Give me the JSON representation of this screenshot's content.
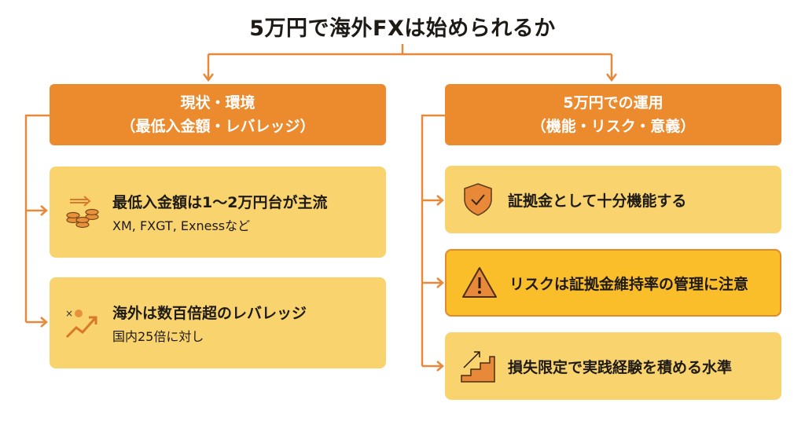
{
  "title": "5万円で海外FXは始められるか",
  "left": {
    "header": [
      "現状・環境",
      "（最低入金額・レバレッジ）"
    ],
    "cards": [
      {
        "icon": "coins-icon",
        "main": "最低入金額は1〜2万円台が主流",
        "sub": "XM, FXGT, Exnessなど"
      },
      {
        "icon": "leverage-chart-icon",
        "main": "海外は数百倍超のレバレッジ",
        "sub": "国内25倍に対し"
      }
    ]
  },
  "right": {
    "header": [
      "5万円での運用",
      "（機能・リスク・意義）"
    ],
    "cards": [
      {
        "icon": "shield-check-icon",
        "main": "証拠金として十分機能する"
      },
      {
        "icon": "warning-icon",
        "main": "リスクは証拠金維持率の管理に注意",
        "highlight": true
      },
      {
        "icon": "stairs-icon",
        "main": "損失限定で実践経験を積める水準"
      }
    ]
  },
  "colors": {
    "accent": "#ec8a2e",
    "card": "#f9d36e",
    "highlight": "#fbbe2b"
  }
}
